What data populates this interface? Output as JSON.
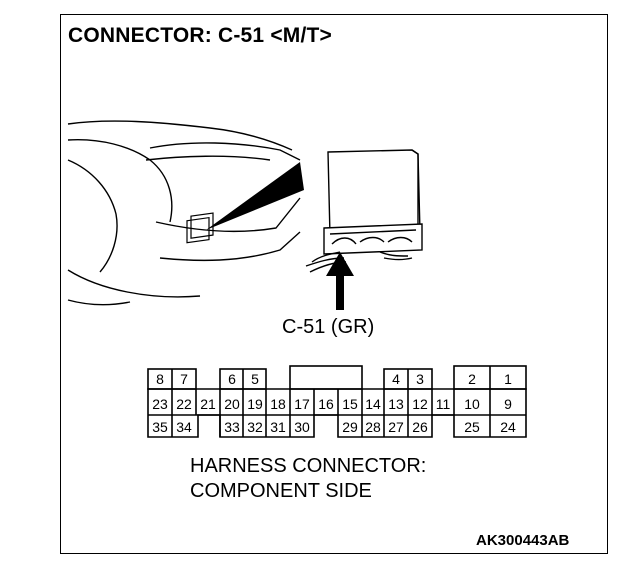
{
  "title": "CONNECTOR: C-51 <M/T>",
  "callout": "C-51 (GR)",
  "caption": "HARNESS CONNECTOR:\nCOMPONENT SIDE",
  "doc_id": "AK300443AB",
  "pins": {
    "row1": [
      "8",
      "7",
      "6",
      "5",
      "4",
      "3",
      "2",
      "1"
    ],
    "row2": [
      "23",
      "22",
      "21",
      "20",
      "19",
      "18",
      "17",
      "16",
      "15",
      "14",
      "13",
      "12",
      "11",
      "10",
      "9"
    ],
    "row3": [
      "35",
      "34",
      "33",
      "32",
      "31",
      "30",
      "29",
      "28",
      "27",
      "26",
      "25",
      "24"
    ]
  }
}
